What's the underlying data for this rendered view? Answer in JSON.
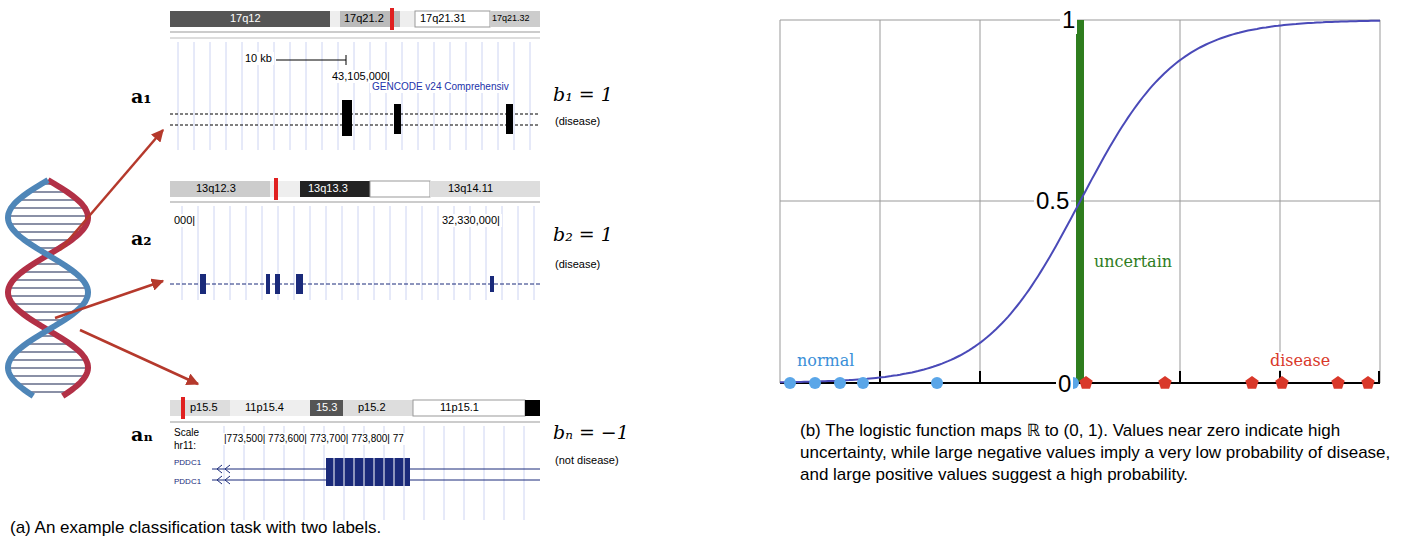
{
  "diagram": {
    "labels": [
      "17q12",
      "17q21.2",
      "17q21.31",
      "17q21.32",
      "10 kb",
      "43,105,000|",
      "GENCODE v24 Comprehensiv",
      "13q12.3",
      "13q13.3",
      "13q14.11",
      "000|",
      "32,330,000|",
      "p15.5",
      "11p15.4",
      "15.3",
      "p15.2",
      "11p15.1",
      "Scale",
      "hr11:",
      "|773,500| 773,600| 773,700| 773,800| 77",
      "PDDC1",
      "PDDC1",
      "a₁",
      "a₂",
      "aₙ",
      "b₁ = 1",
      "(disease)",
      "b₂ = 1",
      "(disease)",
      "bₙ = −1",
      "(not disease)",
      "(a) An example classification task with two labels.",
      "1",
      "0.5",
      "0",
      "uncertain",
      "normal",
      "disease",
      "(b) The logistic function maps ℝ to (0, 1). Values near zero indicate high uncertainty, while large negative values imply a very low probability of disease, and large positive values suggest a high probability."
    ]
  }
}
